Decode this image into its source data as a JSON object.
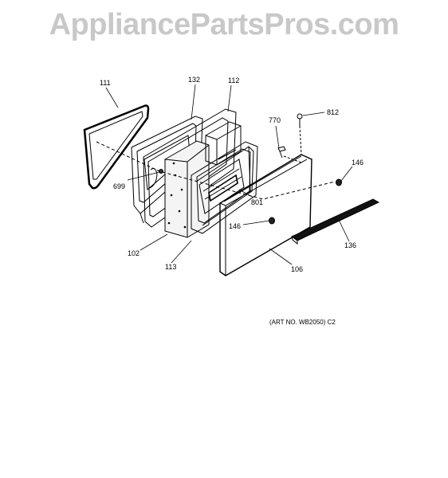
{
  "watermark": "AppliancePartsPros.com",
  "art_number": "(ART NO. WB2050) C2",
  "callouts": {
    "p111": "111",
    "p132": "132",
    "p112": "112",
    "p770": "770",
    "p812": "812",
    "p146a": "146",
    "p699": "699",
    "p801": "801",
    "p146b": "146",
    "p102": "102",
    "p113": "113",
    "p106": "106",
    "p136": "136"
  }
}
